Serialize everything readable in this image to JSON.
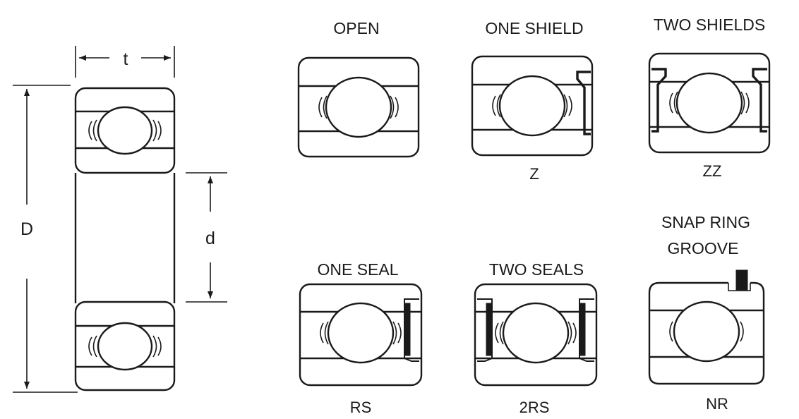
{
  "dimensions": {
    "width_label": "t",
    "outer_diameter_label": "D",
    "bore_label": "d"
  },
  "variants": {
    "open": {
      "title": "OPEN",
      "code": ""
    },
    "one_shield": {
      "title": "ONE SHIELD",
      "code": "Z"
    },
    "two_shields": {
      "title": "TWO SHIELDS",
      "code": "ZZ"
    },
    "one_seal": {
      "title": "ONE SEAL",
      "code": "RS"
    },
    "two_seals": {
      "title": "TWO SEALS",
      "code": "2RS"
    },
    "snap_ring_groove": {
      "title_line1": "SNAP RING",
      "title_line2": "GROOVE",
      "code": "NR"
    }
  }
}
